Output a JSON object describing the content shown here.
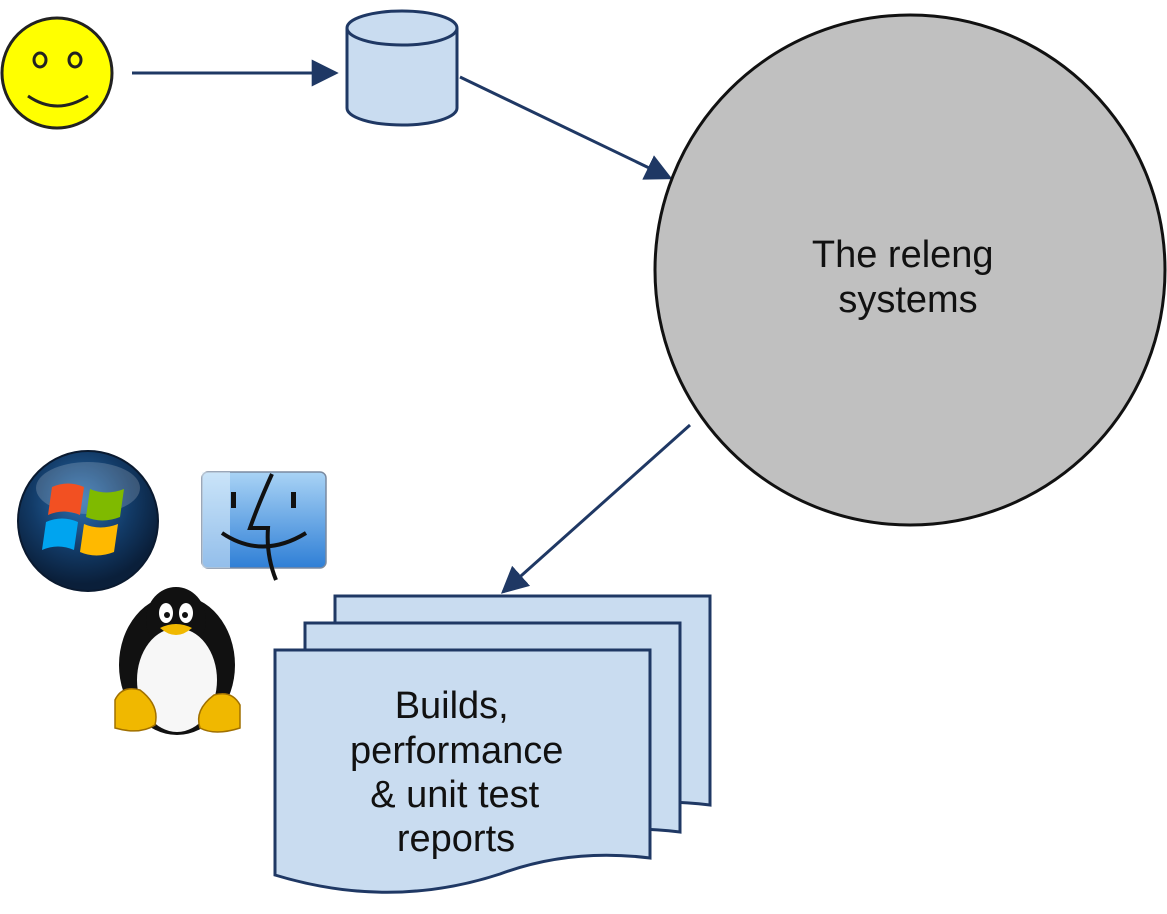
{
  "nodes": {
    "releng": {
      "lines": [
        "The releng",
        "systems"
      ]
    },
    "reports": {
      "lines": [
        "Builds,",
        "performance",
        "& unit test",
        "reports"
      ]
    }
  },
  "icons": [
    "smiley-icon",
    "database-icon",
    "windows-logo-icon",
    "mac-finder-icon",
    "linux-tux-icon"
  ],
  "colors": {
    "arrow": "#1f3864",
    "document_fill": "#c9dcf0",
    "document_stroke": "#1f3864",
    "circle_fill": "#c0c0c0",
    "smiley_fill": "#ffff00"
  }
}
